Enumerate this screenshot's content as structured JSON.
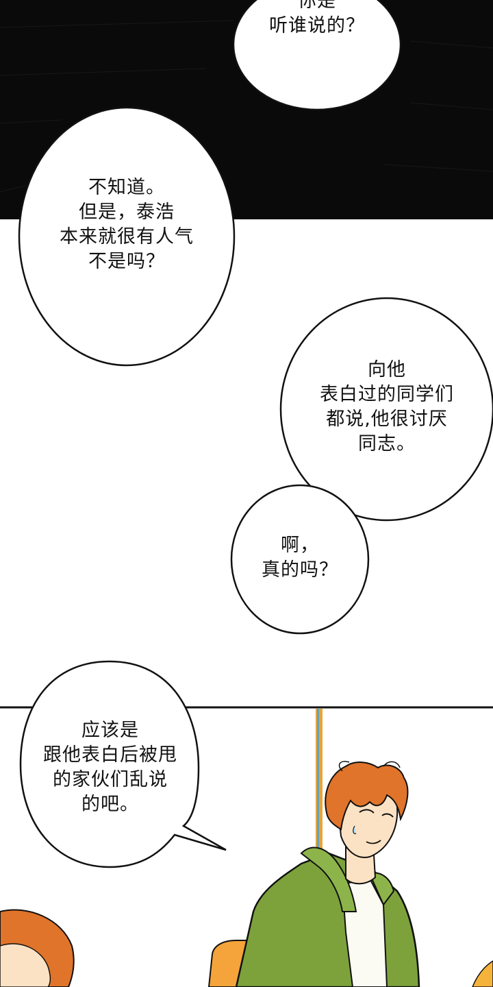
{
  "panels": {
    "dark_bg": "#0a0a0a",
    "figure_hair": "#e0742a",
    "figure_jacket": "#7da23c",
    "figure_skin": "#fbe2c4",
    "figure_bag": "#f4a43a",
    "pole_color": "#e7a43a",
    "accent_orange": "#f6b33c"
  },
  "bubbles": [
    {
      "lines": [
        "你是",
        "听谁说的？"
      ]
    },
    {
      "lines": [
        "不知道。",
        "但是，泰浩",
        "本来就很有人气",
        "不是吗？"
      ]
    },
    {
      "lines": [
        "向他",
        "表白过的同学们",
        "都说,他很讨厌",
        "同志。"
      ]
    },
    {
      "lines": [
        "啊，",
        "真的吗？"
      ]
    },
    {
      "lines": [
        "应该是",
        "跟他表白后被甩",
        "的家伙们乱说",
        "的吧。"
      ]
    }
  ]
}
